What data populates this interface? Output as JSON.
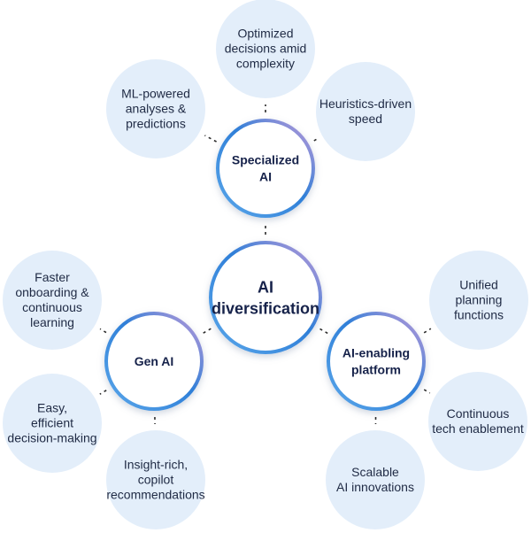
{
  "center": {
    "label_lines": [
      "AI",
      "diversification"
    ]
  },
  "hubs": [
    {
      "id": "specialized",
      "label_lines": [
        "Specialized",
        "AI"
      ],
      "bubbles": [
        {
          "lines": [
            "Optimized",
            "decisions amid",
            "complexity"
          ]
        },
        {
          "lines": [
            "ML-powered",
            "analyses &",
            "predictions"
          ]
        },
        {
          "lines": [
            "Heuristics-driven",
            "speed"
          ]
        }
      ]
    },
    {
      "id": "gen-ai",
      "label_lines": [
        "Gen AI"
      ],
      "bubbles": [
        {
          "lines": [
            "Faster",
            "onboarding &",
            "continuous",
            "learning"
          ]
        },
        {
          "lines": [
            "Easy,",
            "efficient",
            "decision-making"
          ]
        },
        {
          "lines": [
            "Insight-rich,",
            "copilot",
            "recommendations"
          ]
        }
      ]
    },
    {
      "id": "ai-enabling-platform",
      "label_lines": [
        "AI-enabling",
        "platform"
      ],
      "bubbles": [
        {
          "lines": [
            "Unified",
            "planning",
            "functions"
          ]
        },
        {
          "lines": [
            "Continuous",
            "tech enablement"
          ]
        },
        {
          "lines": [
            "Scalable",
            "AI innovations"
          ]
        }
      ]
    }
  ],
  "colors": {
    "bubble_fill": "#e3eefa",
    "connector": "#2b2b2b",
    "ring_start": "#5aa7ea",
    "ring_mid": "#2f7fd8",
    "ring_end": "#c39ad8",
    "text": "#1f2a44",
    "hub_text": "#16224a"
  }
}
